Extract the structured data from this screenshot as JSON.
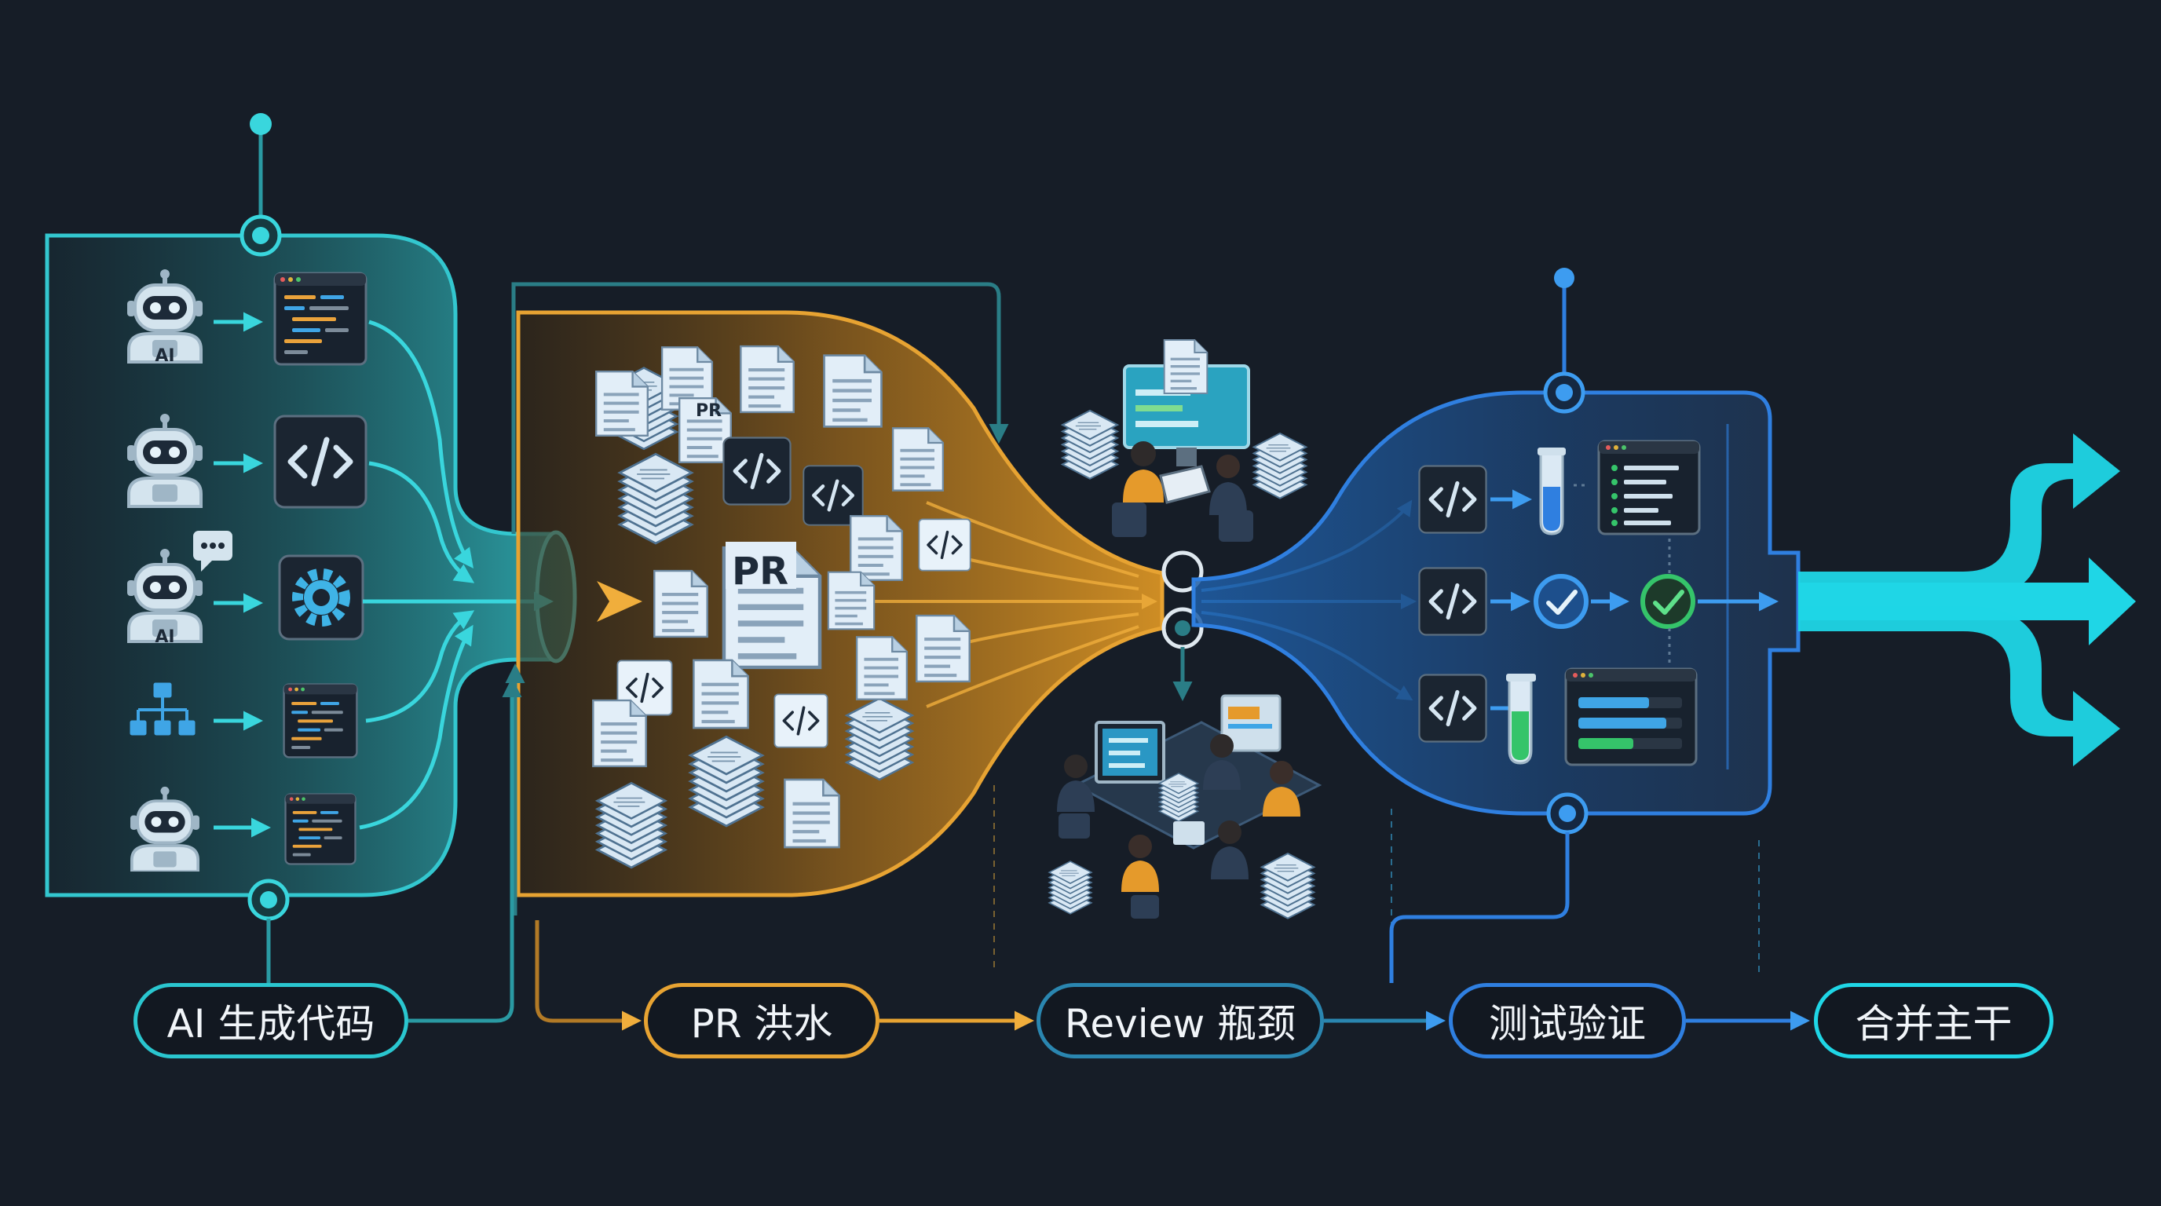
{
  "stages": {
    "ai_generate": "AI 生成代码",
    "pr_flood": "PR 洪水",
    "review_bottleneck": "Review 瓶颈",
    "test_verify": "测试验证",
    "merge_trunk": "合并主干"
  },
  "badges": {
    "robot_ai_1": "AI",
    "robot_ai_3": "AI",
    "pr_large": "PR",
    "pr_small": "PR"
  },
  "colors": {
    "background": "#161d27",
    "ai_teal": "#2ac6cf",
    "pr_orange": "#e7a332",
    "review_teal": "#2a86b0",
    "test_blue": "#2f7fe0",
    "merge_cyan": "#1fd6e6",
    "check_green": "#35c46a"
  },
  "icons": [
    "robot-icon",
    "code-window-icon",
    "gear-icon",
    "org-chart-icon",
    "document-icon",
    "paper-stack-icon",
    "test-tube-icon",
    "check-circle-icon",
    "team-icon",
    "arrow-icon"
  ]
}
